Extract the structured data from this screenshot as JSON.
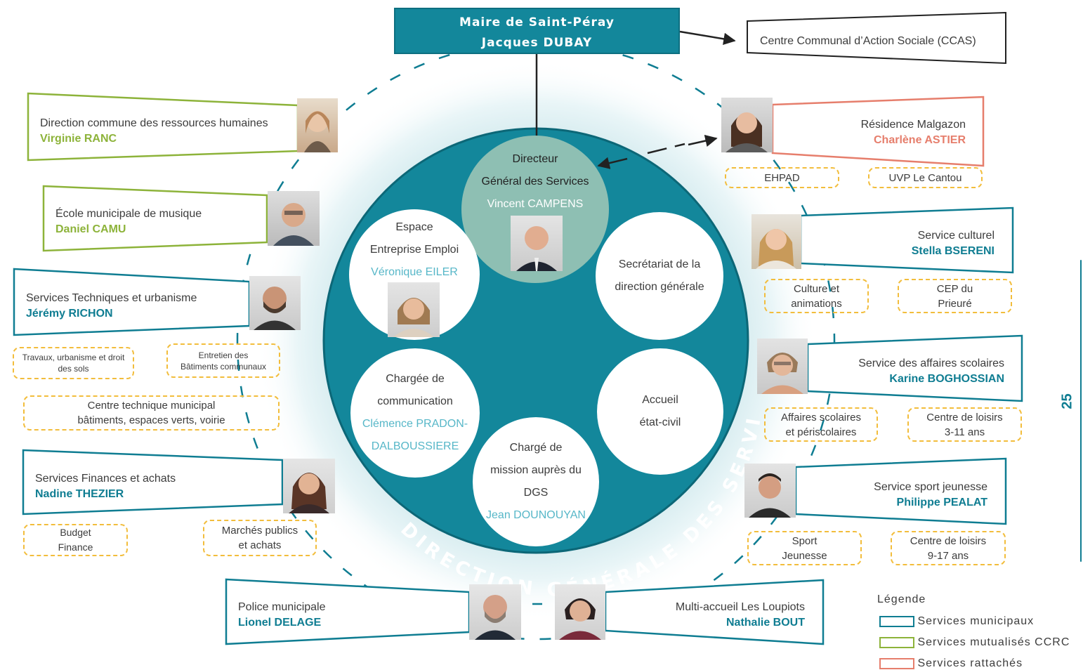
{
  "mayor": {
    "line1": "Maire de Saint-Péray",
    "line2": "Jacques DUBAY"
  },
  "ccas": {
    "label": "Centre Communal d’Action Sociale (CCAS)"
  },
  "dgs_arc_label": "DIRECTION GÉNÉRALE DES SERVICES",
  "center": {
    "dgs": {
      "title1": "Directeur",
      "title2": "Général des Services",
      "name": "Vincent CAMPENS"
    },
    "espace": {
      "l1": "Espace",
      "l2": "Entreprise Emploi",
      "name": "Véronique EILER"
    },
    "secretariat": {
      "l1": "Secrétariat de la",
      "l2": "direction générale"
    },
    "communication": {
      "l1": "Chargée de",
      "l2": "communication",
      "name1": "Clémence PRADON-",
      "name2": "DALBOUSSIERE"
    },
    "accueil": {
      "l1": "Accueil",
      "l2": "état-civil"
    },
    "mission": {
      "l1": "Chargé de",
      "l2": "mission auprès du",
      "l3": "DGS",
      "name": "Jean DOUNOUYAN"
    }
  },
  "left_services": [
    {
      "label": "Direction commune des ressources humaines",
      "name": "Virginie RANC",
      "type": "green"
    },
    {
      "label": "École municipale de musique",
      "name": "Daniel CAMU",
      "type": "green"
    },
    {
      "label": "Services Techniques et urbanisme",
      "name": "Jérémy RICHON",
      "type": "teal"
    },
    {
      "label": "Services Finances et achats",
      "name": "Nadine THEZIER",
      "type": "teal"
    }
  ],
  "bottom_services": [
    {
      "label": "Police municipale",
      "name": "Lionel DELAGE",
      "type": "teal"
    },
    {
      "label": "Multi-accueil Les Loupiots",
      "name": "Nathalie BOUT",
      "type": "teal"
    }
  ],
  "right_services": [
    {
      "label": "Résidence Malgazon",
      "name": "Charlène ASTIER",
      "type": "salmon"
    },
    {
      "label": "Service culturel",
      "name": "Stella BSERENI",
      "type": "teal"
    },
    {
      "label": "Service des affaires scolaires",
      "name": "Karine BOGHOSSIAN",
      "type": "teal"
    },
    {
      "label": "Service sport jeunesse",
      "name": "Philippe PEALAT",
      "type": "teal"
    }
  ],
  "tags": {
    "travaux": "Travaux, urbanisme et droit\ndes sols",
    "entretien": "Entretien des\nBâtiments communaux",
    "centre_tech": "Centre technique municipal\nbâtiments, espaces verts, voirie",
    "budget": "Budget\nFinance",
    "marches": "Marchés publics\net achats",
    "ehpad": "EHPAD",
    "uvp": "UVP Le Cantou",
    "culture": "Culture et\nanimations",
    "cep": "CEP du\nPrieuré",
    "affaires": "Affaires scolaires\net périscolaires",
    "loisirs311": "Centre de loisirs\n3-11 ans",
    "sport": "Sport\nJeunesse",
    "loisirs917": "Centre de loisirs\n9-17 ans"
  },
  "legend": {
    "title": "Légende",
    "items": [
      {
        "label": "Services municipaux",
        "color": "#0f7d92"
      },
      {
        "label": "Services mutualisés CCRC",
        "color": "#8db33a"
      },
      {
        "label": "Services rattachés",
        "color": "#e67e6c"
      }
    ]
  },
  "page_number": "25",
  "colors": {
    "teal": "#0f7d92",
    "green": "#8db33a",
    "salmon": "#e67e6c",
    "tag": "#f2bd3c",
    "center_circle": "#13879b",
    "dgs_circle": "#8ebfb3"
  }
}
